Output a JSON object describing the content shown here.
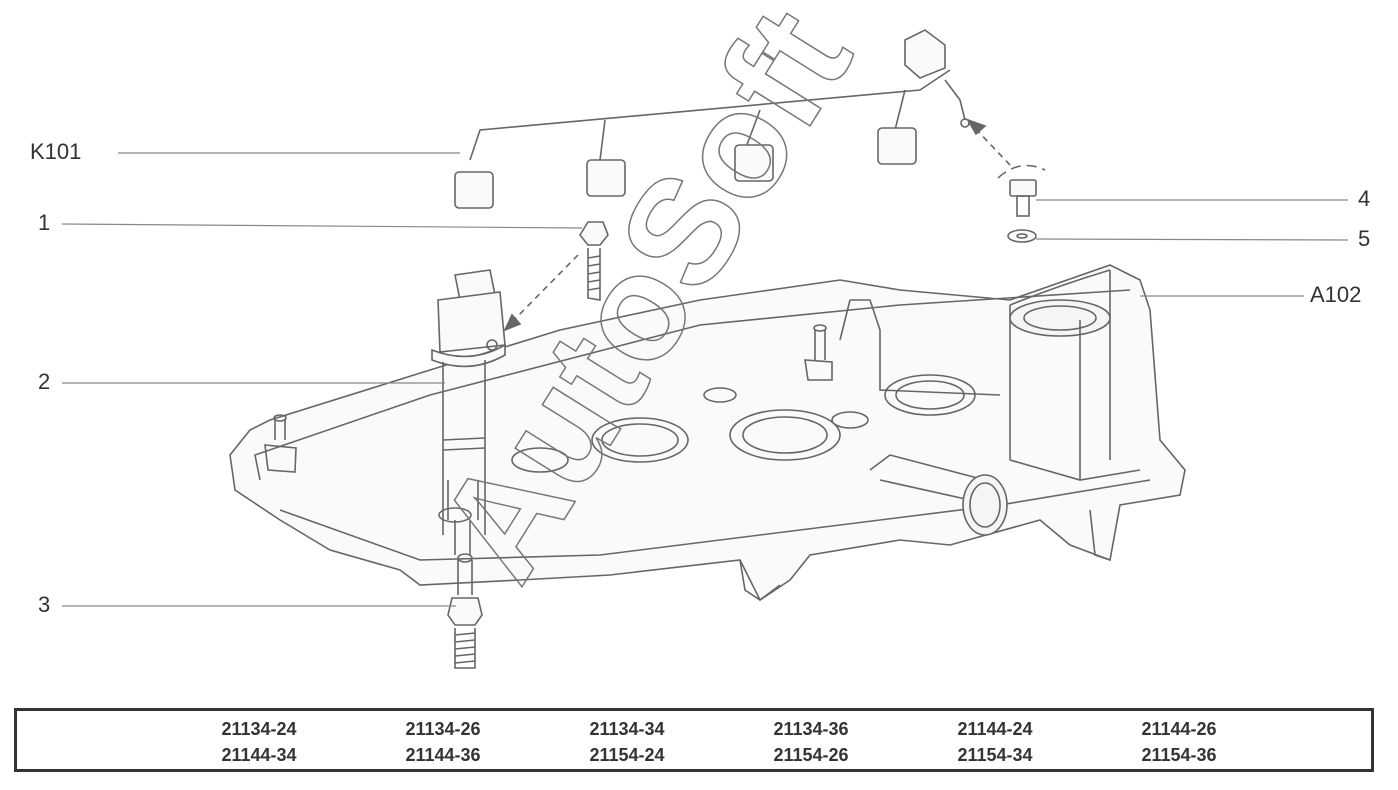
{
  "callouts": {
    "k101": "K101",
    "c1": "1",
    "c2": "2",
    "c3": "3",
    "c4": "4",
    "c5": "5",
    "a102": "A102"
  },
  "watermark": "AutoSoft",
  "model_codes": [
    [
      "21134-24",
      "21134-26",
      "21134-34",
      "21134-36",
      "21144-24",
      "21144-26"
    ],
    [
      "21144-34",
      "21144-36",
      "21154-24",
      "21154-26",
      "21154-34",
      "21154-36"
    ]
  ],
  "colors": {
    "line": "#555555",
    "text": "#333333",
    "fill": "#f7f7f7"
  }
}
